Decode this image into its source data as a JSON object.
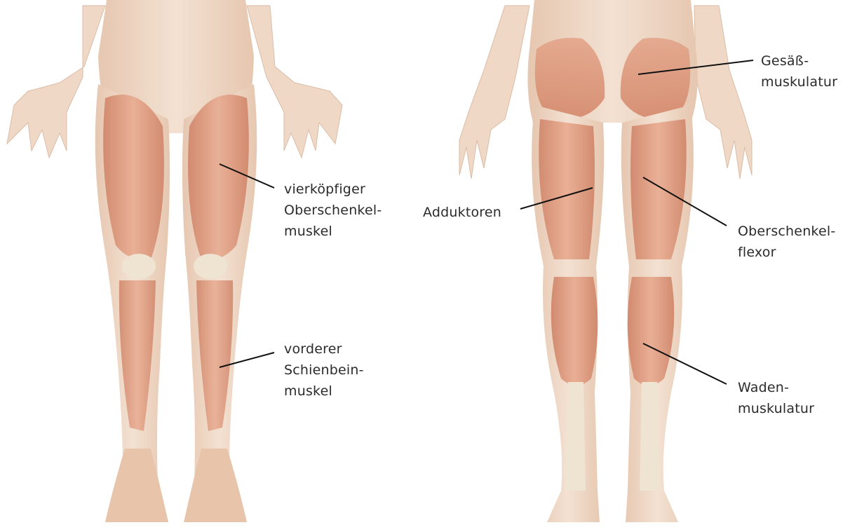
{
  "labels": {
    "quadriceps": [
      "vierköpfiger",
      "Oberschenkel-",
      "muskel"
    ],
    "tibialis": [
      "vorderer",
      "Schienbein-",
      "muskel"
    ],
    "gluteus": [
      "Gesäß-",
      "muskulatur"
    ],
    "adductors": [
      "Adduktoren"
    ],
    "hamstrings": [
      "Oberschenkel-",
      "flexor"
    ],
    "calves": [
      "Waden-",
      "muskulatur"
    ]
  },
  "colors": {
    "skin": "#f1dccb",
    "skin_shadow": "#e4c4ad",
    "muscle": "#dc9a80",
    "muscle_light": "#e9b79f",
    "tendon": "#efe4d2",
    "leader_line": "#111111",
    "text": "#2b2b2b"
  }
}
